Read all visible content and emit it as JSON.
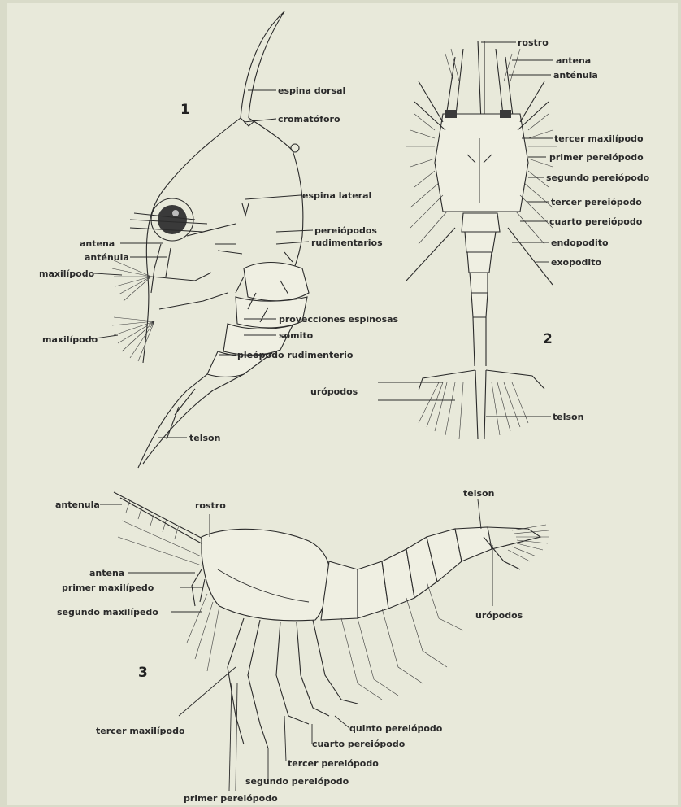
{
  "figure_numbers": {
    "fig1": "1",
    "fig2": "2",
    "fig3": "3"
  },
  "fig1_labels": {
    "espina_dorsal": "espina dorsal",
    "cromatoforo": "cromatóforo",
    "espina_lateral": "espina lateral",
    "pereiopodos": "pereiópodos",
    "rudimentarios": "rudimentarios",
    "antena": "antena",
    "antenula": "anténula",
    "maxilipedo_1": "maxilípodo",
    "maxilipedo_2": "maxilípodo",
    "proyecciones": "proyecciones espinosas",
    "somito": "somito",
    "pleopodo": "pleópodo rudimenterio",
    "telson": "telson"
  },
  "fig2_labels": {
    "rostro": "rostro",
    "antena": "antena",
    "antenula": "anténula",
    "tercer_maxilipedo": "tercer maxilípodo",
    "primer_pereiopodo": "primer pereiópodo",
    "segundo_pereiopodo": "segundo pereiópodo",
    "tercer_pereiopodo": "tercer pereiópodo",
    "cuarto_pereiopodo": "cuarto pereiópodo",
    "endopodito": "endopodito",
    "exopodito": "exopodito",
    "uropodos": "urópodos",
    "telson": "telson"
  },
  "fig3_labels": {
    "antenula": "antenula",
    "rostro": "rostro",
    "telson": "telson",
    "antena": "antena",
    "primer_maxilipedo": "primer maxilípedo",
    "segundo_maxilipedo": "segundo maxilípedo",
    "uropodos": "urópodos",
    "tercer_maxilipedo": "tercer maxilípodo",
    "quinto_pereiopodo": "quinto pereiópodo",
    "cuarto_pereiopodo": "cuarto pereiópodo",
    "tercer_pereiopodo": "tercer pereiópodo",
    "segundo_pereiopodo": "segundo pereiópodo",
    "primer_pereiopodo": "primer pereiópodo"
  }
}
